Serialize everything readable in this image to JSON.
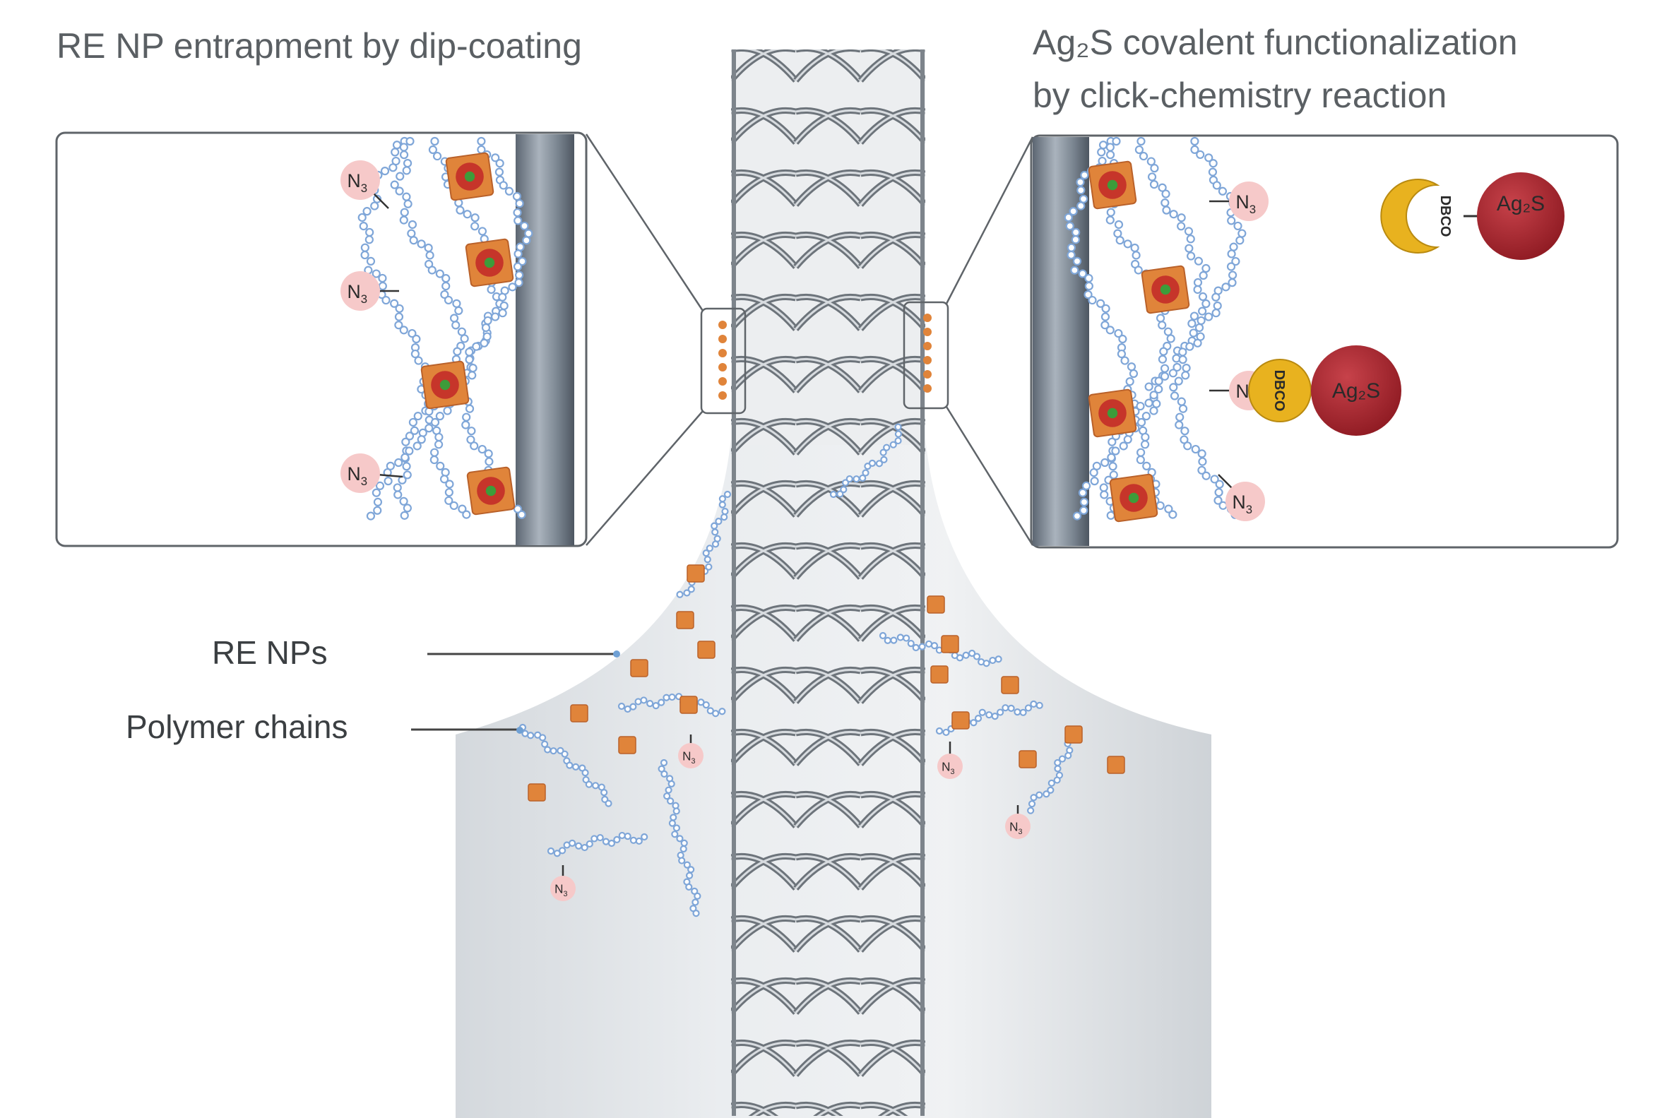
{
  "titles": {
    "left": "RE NP entrapment by dip-coating",
    "right_line1": "Ag₂S covalent functionalization",
    "right_line2": "by click-chemistry reaction"
  },
  "labels": {
    "re_nps": "RE NPs",
    "polymer_chains": "Polymer chains"
  },
  "chem": {
    "azide": "N",
    "azide_sub": "3",
    "dbco": "DBCO",
    "ag2s": "Ag₂S"
  },
  "colors": {
    "stent": "#8a9096",
    "nanoparticle": "#e0843a",
    "polymer": "#7fa6d8",
    "azide_badge": "#f6c9c9",
    "ag2s": "#a9222b",
    "dbco": "#e8b21f",
    "frame": "#5f6469"
  }
}
